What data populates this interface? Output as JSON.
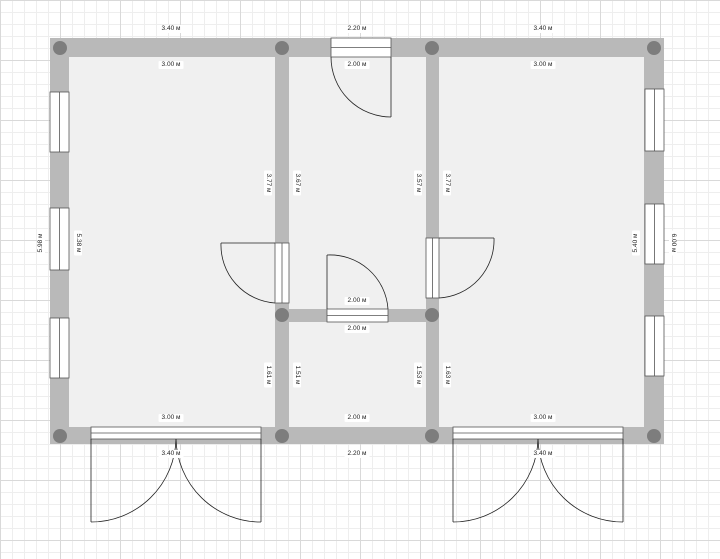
{
  "colors": {
    "wall": "#b9b9b9",
    "floor": "#f0f0f0",
    "column": "#7d7d7d",
    "window": "#ffffff",
    "door_line": "#222222"
  },
  "dimensions": {
    "top_left": "3.40 м",
    "top_mid": "2.20 м",
    "top_right": "3.40 м",
    "in_top_left": "3.00 м",
    "in_top_mid": "2.00 м",
    "in_top_right": "3.00 м",
    "left_outer": "5.98 м",
    "left_inner": "5.38 м",
    "right_inner": "5.40 м",
    "right_outer": "6.00 м",
    "cl_w1": "3.77 м",
    "cl_w2": "3.67 м",
    "cr_w1": "3.57 м",
    "cr_w2": "3.77 м",
    "mid_upper": "2.00 м",
    "mid_lower": "2.00 м",
    "bl_w1": "1.61 м",
    "bl_w2": "1.51 м",
    "br_w1": "1.53 м",
    "br_w2": "1.63 м",
    "in_bot_left": "3.00 м",
    "in_bot_mid": "2.00 м",
    "in_bot_right": "3.00 м",
    "bot_left": "3.40 м",
    "bot_mid": "2.20 м",
    "bot_right": "3.40 м"
  }
}
